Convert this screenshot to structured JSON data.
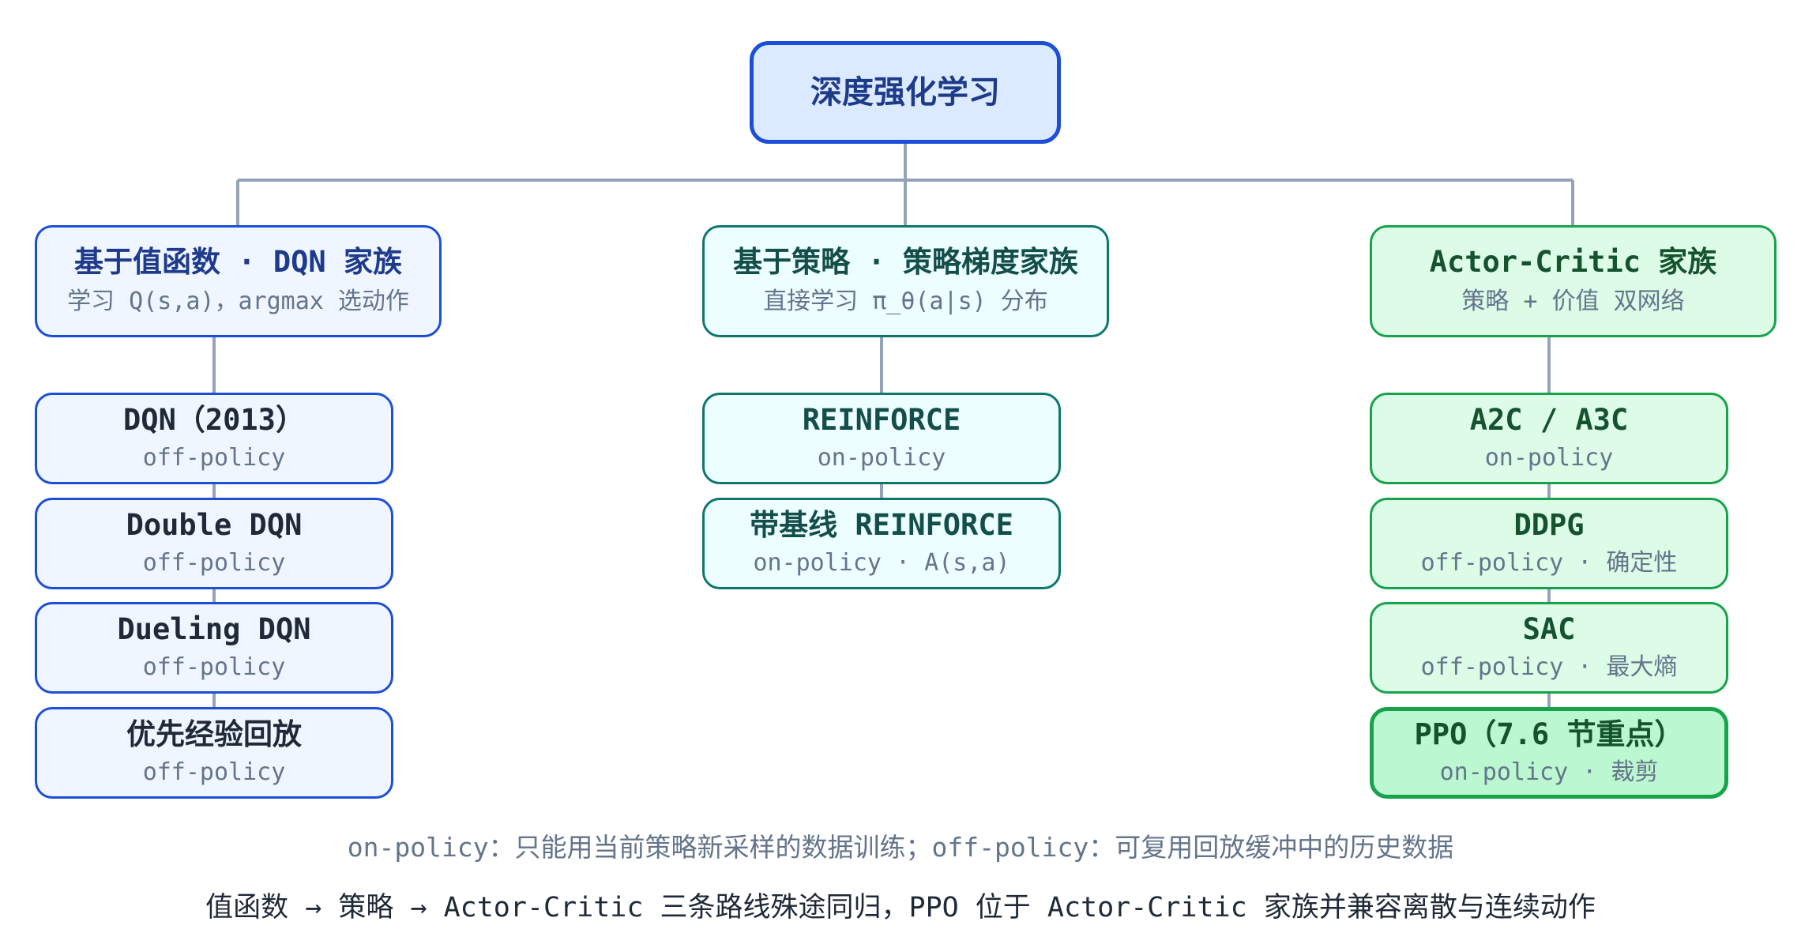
{
  "root": {
    "title": "深度强化学习"
  },
  "families": [
    {
      "title": "基于值函数 · DQN 家族",
      "subtitle": "学习 Q(s,a)，argmax 选动作",
      "methods": [
        {
          "title": "DQN（2013）",
          "subtitle": "off-policy"
        },
        {
          "title": "Double DQN",
          "subtitle": "off-policy"
        },
        {
          "title": "Dueling DQN",
          "subtitle": "off-policy"
        },
        {
          "title": "优先经验回放",
          "subtitle": "off-policy"
        }
      ]
    },
    {
      "title": "基于策略 · 策略梯度家族",
      "subtitle": "直接学习 π_θ(a|s) 分布",
      "methods": [
        {
          "title": "REINFORCE",
          "subtitle": "on-policy"
        },
        {
          "title": "带基线 REINFORCE",
          "subtitle": "on-policy · A(s,a)"
        }
      ]
    },
    {
      "title": "Actor-Critic 家族",
      "subtitle": "策略 + 价值 双网络",
      "methods": [
        {
          "title": "A2C / A3C",
          "subtitle": "on-policy"
        },
        {
          "title": "DDPG",
          "subtitle": "off-policy · 确定性"
        },
        {
          "title": "SAC",
          "subtitle": "off-policy · 最大熵"
        },
        {
          "title": "PPO（7.6 节重点）",
          "subtitle": "on-policy · 裁剪",
          "highlighted": true
        }
      ]
    }
  ],
  "notes": {
    "legend": "on-policy：只能用当前策略新采样的数据训练；off-policy：可复用回放缓冲中的历史数据",
    "summary": "值函数 → 策略 → Actor-Critic 三条路线殊途同归，PPO 位于 Actor-Critic 家族并兼容离散与连续动作"
  },
  "colors": {
    "connector": "#94a3b8",
    "value_family": "#1d4ed8",
    "policy_family": "#0f766e",
    "actor_critic_family": "#16a34a"
  }
}
